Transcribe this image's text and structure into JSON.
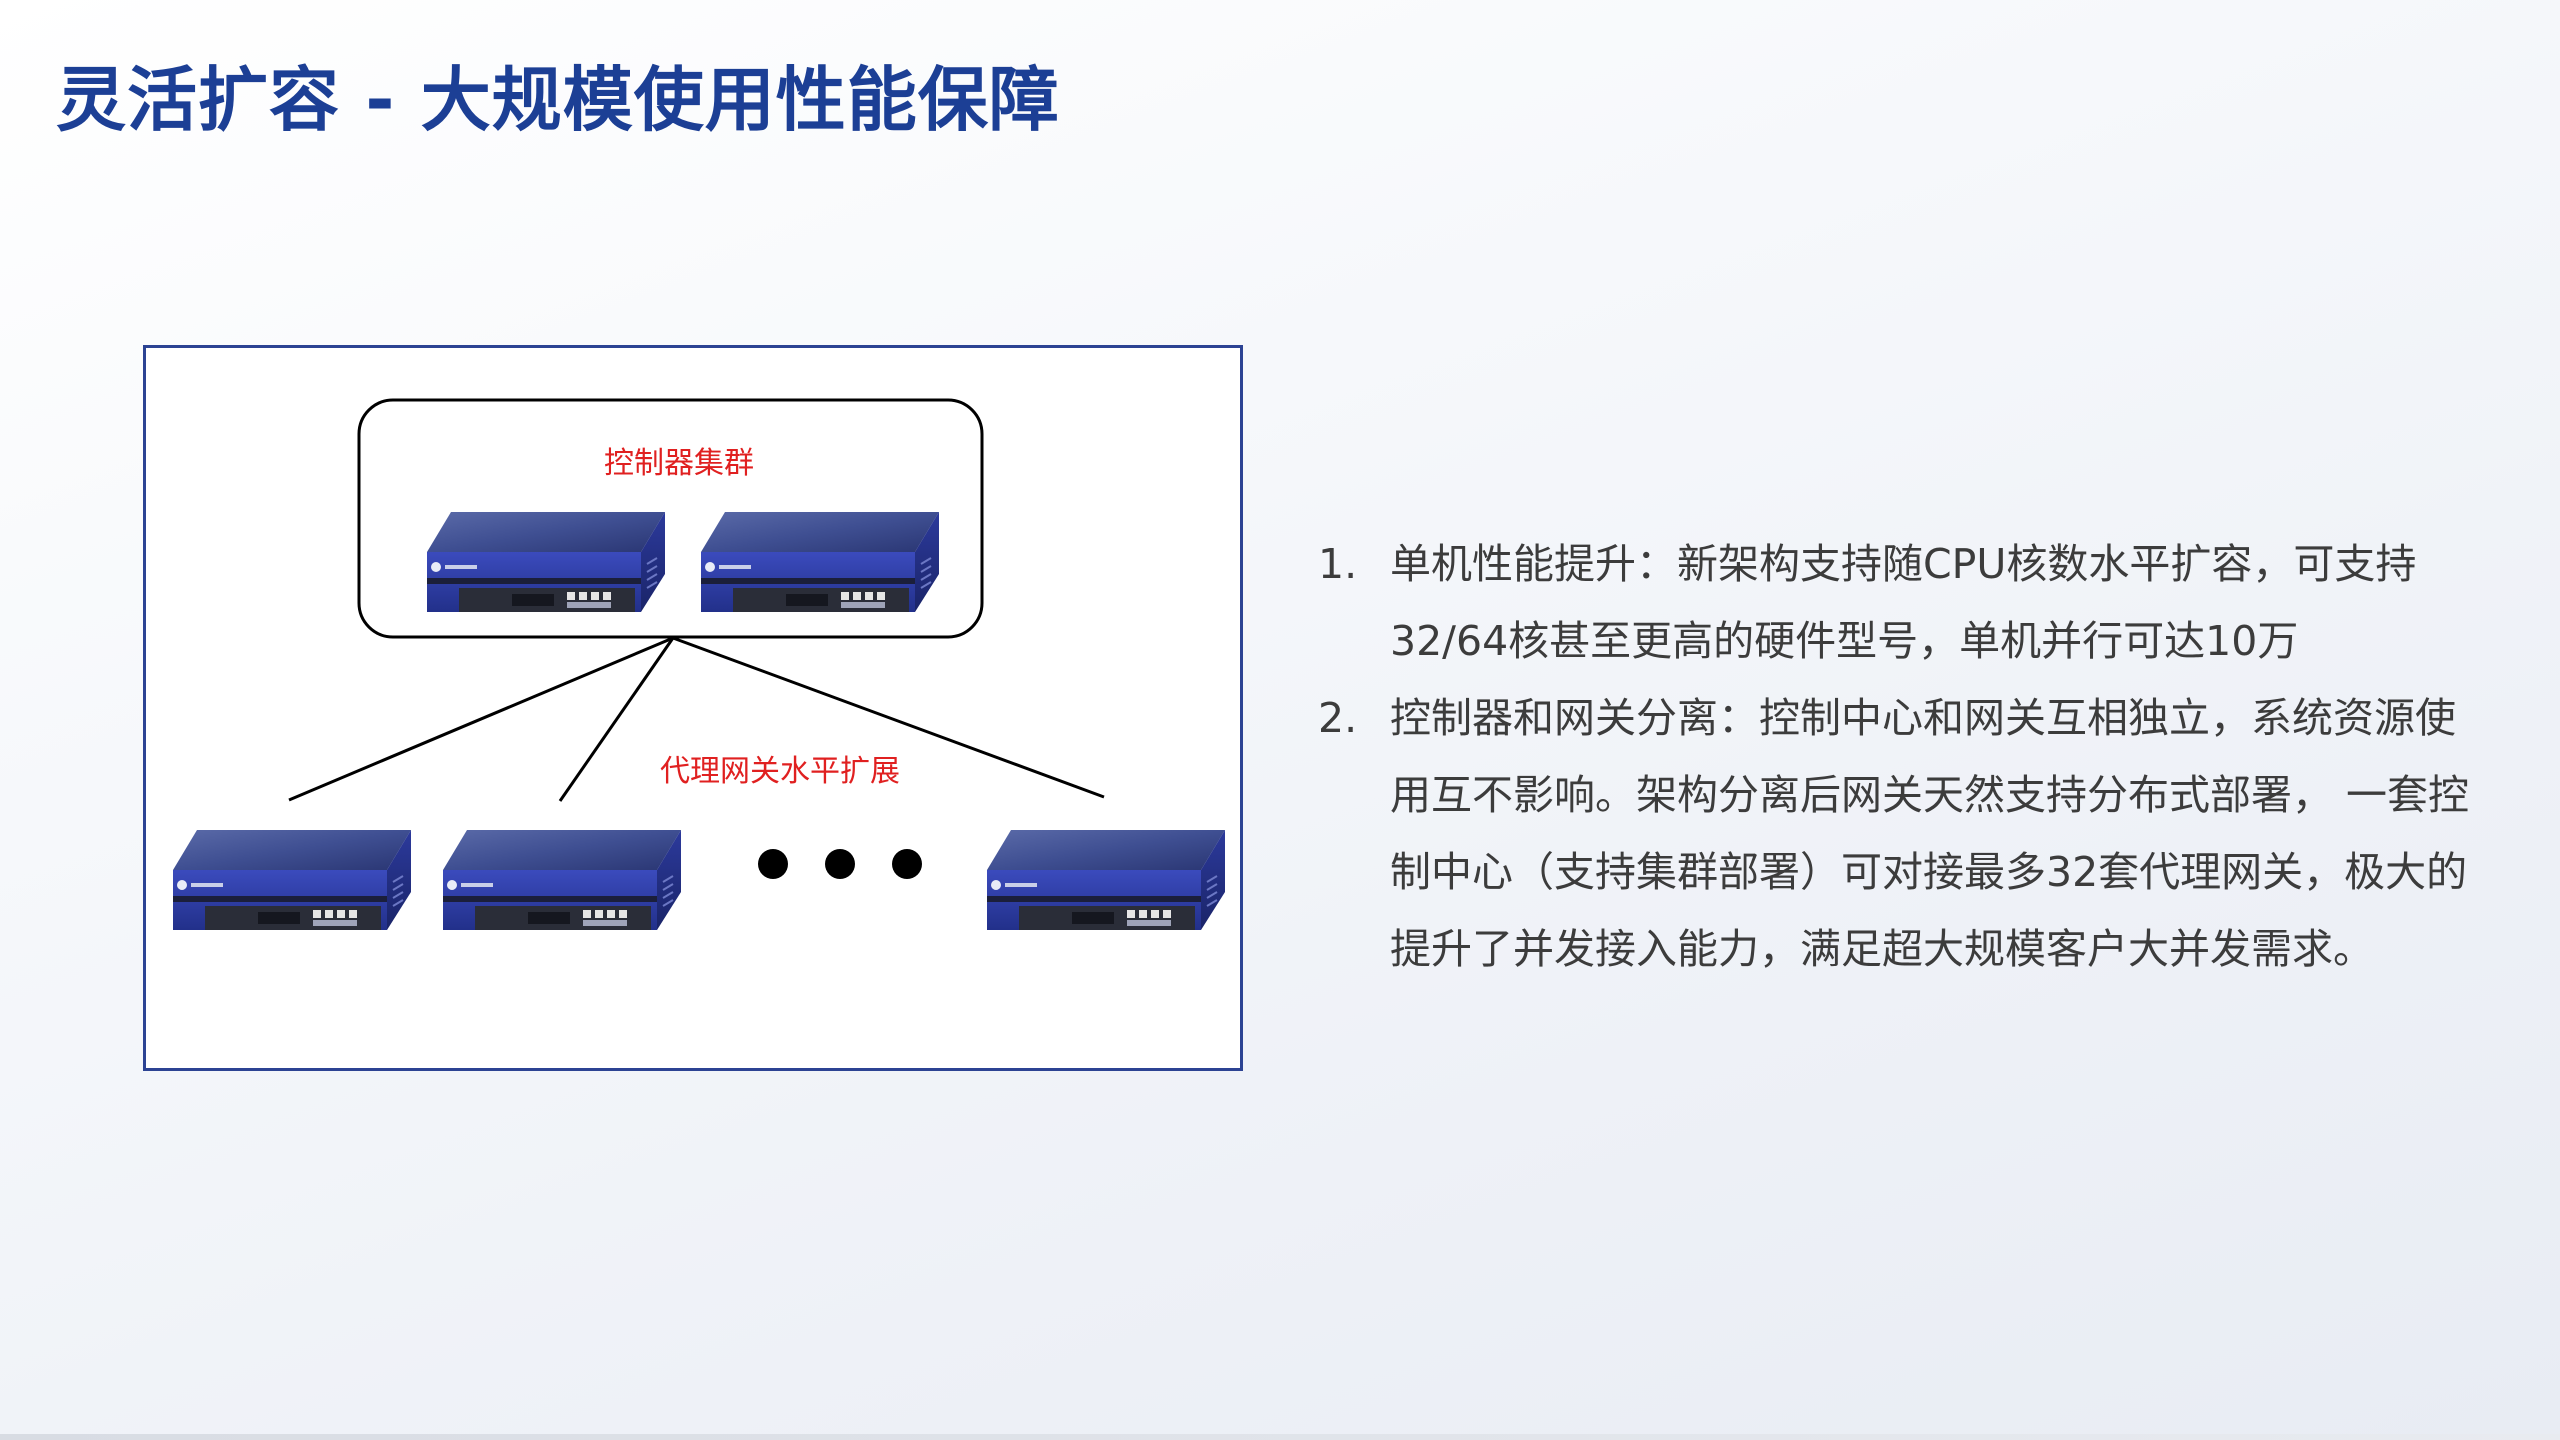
{
  "title": "灵活扩容 - 大规模使用性能保障",
  "diagram": {
    "cluster_label": "控制器集群",
    "gateway_label": "代理网关水平扩展"
  },
  "features": [
    {
      "number": "1.",
      "text": "单机性能提升：新架构支持随CPU核数水平扩容，可支持32/64核甚至更高的硬件型号，单机并行可达10万"
    },
    {
      "number": "2.",
      "text": "控制器和网关分离：控制中心和网关互相独立，系统资源使用互不影响。架构分离后网关天然支持分布式部署， 一套控制中心（支持集群部署）可对接最多32套代理网关，极大的提升了并发接入能力，满足超大规模客户大并发需求。"
    }
  ],
  "colors": {
    "title": "#1c3f95",
    "frame_border": "#2c4393",
    "diagram_label": "#e02020",
    "body_text": "#3c3c3c"
  }
}
